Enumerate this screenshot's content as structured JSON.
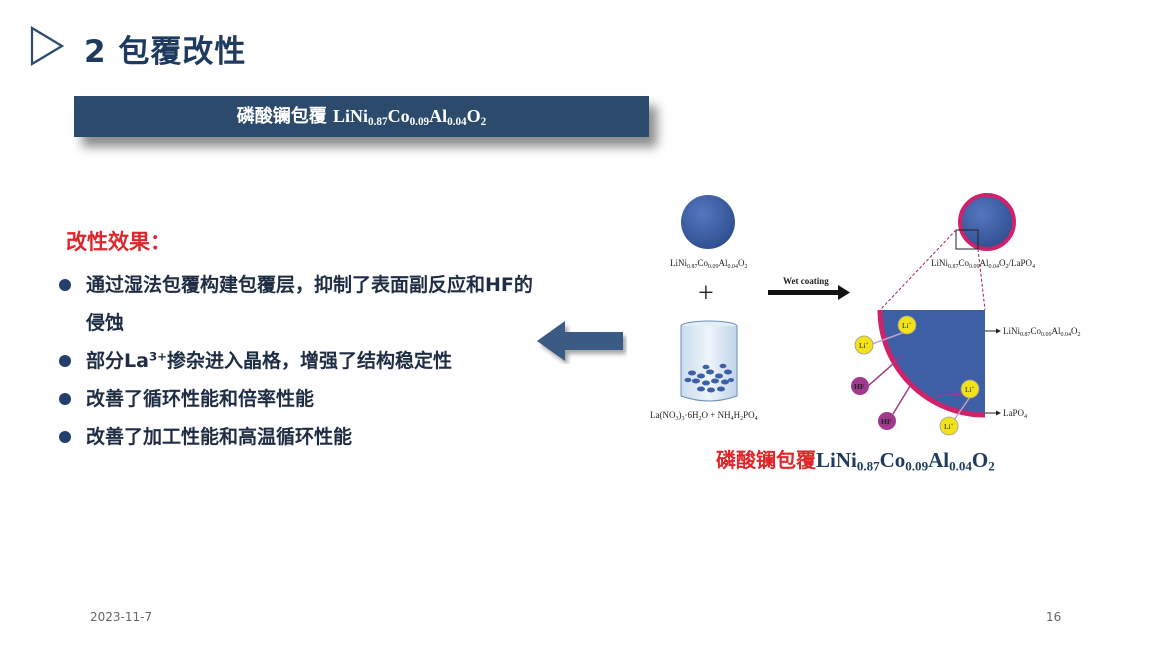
{
  "title": "2 包覆改性",
  "banner": {
    "prefix": "磷酸镧包覆 ",
    "formula": {
      "f1": "LiNi",
      "s1": "0.87",
      "f2": "Co",
      "s2": "0.09",
      "f3": "Al",
      "s3": "0.04",
      "f4": "O",
      "s4": "2"
    }
  },
  "effects": {
    "title": "改性效果：",
    "item1": "通过湿法包覆构建包覆层，抑制了表面副反应和HF的侵蚀",
    "item2_a": "部分La",
    "item2_sup": "3+",
    "item2_b": "掺杂进入晶格，增强了结构稳定性",
    "item3": "改善了循环性能和倍率性能",
    "item4": "改善了加工性能和高温循环性能"
  },
  "diagram": {
    "precursor_formula": {
      "f1": "LiNi",
      "s1": "0.87",
      "f2": "Co",
      "s2": "0.09",
      "f3": "Al",
      "s3": "0.04",
      "f4": "O",
      "s4": "2"
    },
    "plus": "+",
    "process_label": "Wet coating",
    "reagent_formula": {
      "a": "La(NO",
      "b": "3",
      "c": ")",
      "d": "3",
      "e": "·6H",
      "f": "2",
      "g": "O + NH",
      "h": "4",
      "i": "H",
      "j": "2",
      "k": "PO",
      "l": "4"
    },
    "coated_formula": {
      "f1": "LiNi",
      "s1": "0.87",
      "f2": "Co",
      "s2": "0.09",
      "f3": "Al",
      "s3": "0.04",
      "f4": "O",
      "s4": "2",
      "f5": "/LaPO",
      "s5": "4"
    },
    "core_label": {
      "f1": "LiNi",
      "s1": "0.87",
      "f2": "Co",
      "s2": "0.09",
      "f3": "Al",
      "s3": "0.04",
      "f4": "O",
      "s4": "2"
    },
    "shell_label": {
      "f1": "LaPO",
      "s1": "4"
    },
    "li_ion": {
      "base": "Li",
      "sup": "+"
    },
    "hf_label": "HF"
  },
  "caption": {
    "prefix": "磷酸镧包覆",
    "formula": {
      "f1": "LiNi",
      "s1": "0.87",
      "f2": "Co",
      "s2": "0.09",
      "f3": "Al",
      "s3": "0.04",
      "f4": "O",
      "s4": "2"
    }
  },
  "footer": {
    "date": "2023-11-7",
    "page": "16"
  },
  "colors": {
    "title": "#1f3a5f",
    "banner": "#2b4a6c",
    "accent_red": "#e0262b",
    "sphere": "#3d5fa6",
    "shell": "#d0226a",
    "li_ion": "#f2e21a",
    "hf_ion": "#a03a8c"
  }
}
